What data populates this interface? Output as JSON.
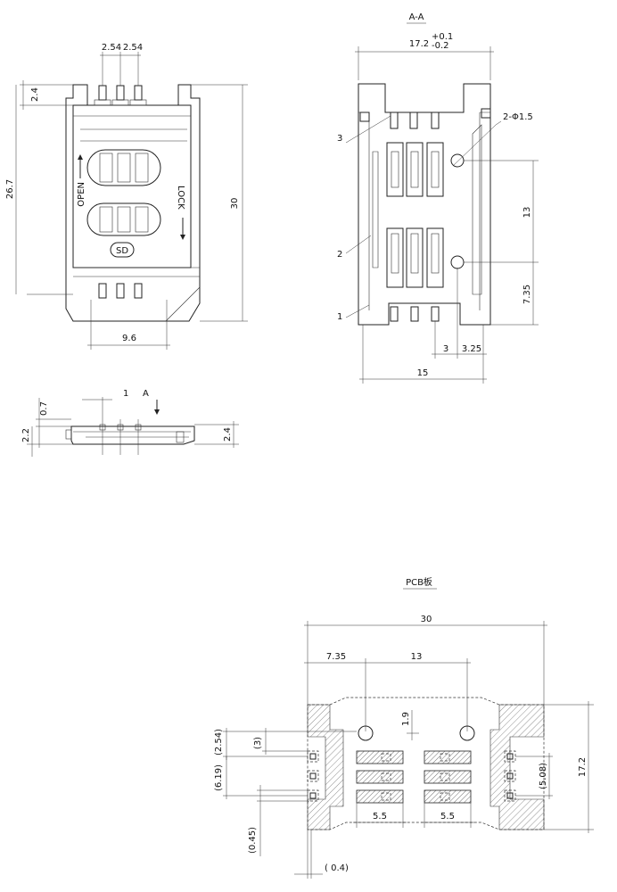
{
  "top_view": {
    "pitch_1": "2.54",
    "pitch_2": "2.54",
    "dim_2_4": "2.4",
    "dim_26_7": "26.7",
    "dim_30": "30",
    "dim_9_6": "9.6",
    "label_open": "OPEN",
    "label_lock": "LOCK",
    "label_sd": "SD"
  },
  "section_view": {
    "title": "A-A",
    "width_dim": "17.2",
    "tol_upper": "+0.1",
    "tol_lower": "-0.2",
    "holes": "2-Φ1.5",
    "dim_13": "13",
    "dim_7_35": "7.35",
    "dim_3": "3",
    "dim_3_25": "3.25",
    "dim_15": "15",
    "callout_1": "1",
    "callout_2": "2",
    "callout_3": "3"
  },
  "side_view": {
    "dim_1": "1",
    "dim_0_7": "0.7",
    "label_a": "A",
    "dim_2_2": "2.2",
    "dim_2_4": "2.4"
  },
  "pcb_view": {
    "title": "PCB板",
    "dim_30": "30",
    "dim_7_35": "7.35",
    "dim_13": "13",
    "dim_1_9": "1.9",
    "dim_2_54": "(2.54)",
    "dim_3": "(3)",
    "dim_6_19": "(6.19)",
    "dim_0_45": "(0.45)",
    "dim_0_4": "( 0.4)",
    "dim_5_5_left": "5.5",
    "dim_5_5_right": "5.5",
    "dim_5_08": "(5.08)",
    "dim_17_2": "17.2"
  }
}
